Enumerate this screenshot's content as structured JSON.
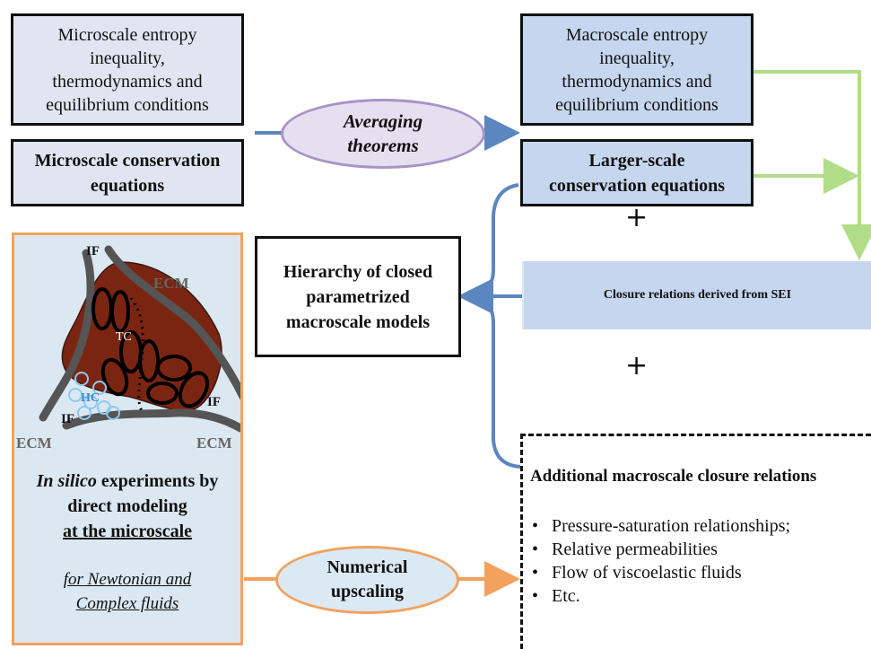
{
  "micro_entropy": [
    "Microscale entropy",
    "inequality,",
    "thermodynamics and",
    "equilibrium  conditions"
  ],
  "micro_conservation": [
    "Microscale conservation",
    "equations"
  ],
  "averaging": [
    "Averaging",
    "theorems"
  ],
  "macro_entropy": [
    "Macroscale entropy",
    "inequality,",
    "thermodynamics and",
    "equilibrium  conditions"
  ],
  "larger_scale": [
    "Larger-scale",
    "conservation equations"
  ],
  "plus_sign": "+",
  "hierarchy": [
    "Hierarchy of closed",
    "parametrized",
    "macroscale models"
  ],
  "closure_sei": "Closure relations derived from SEI",
  "additional": {
    "title": "Additional macroscale closure relations",
    "items": [
      "Pressure-saturation relationships;",
      "Relative  permeabilities",
      "Flow of viscoelastic fluids",
      "Etc."
    ]
  },
  "insilico": {
    "line1_italic": "In silico",
    "line1_rest": " experiments by",
    "line2": "direct modeling",
    "line3": "at the microscale",
    "line4": "for Newtonian and",
    "line5": "Complex fluids"
  },
  "numerical": [
    "Numerical",
    "upscaling"
  ],
  "micro_labels": {
    "if": "IF",
    "ecm": "ECM",
    "tc": "TC",
    "hc": "HC"
  },
  "colors": {
    "box_light": "#dfe6f1",
    "box_mid": "#c5d6ee",
    "ellipse_purple": "#e6dff0",
    "ellipse_border": "#a893c8",
    "orange": "#f4a15d",
    "orange_fill": "#dbe9f5",
    "green": "#b1dc88",
    "arrow_blue": "#5b86bf",
    "tissue": "#7a2512",
    "panel_bg": "#dbe8f2"
  }
}
